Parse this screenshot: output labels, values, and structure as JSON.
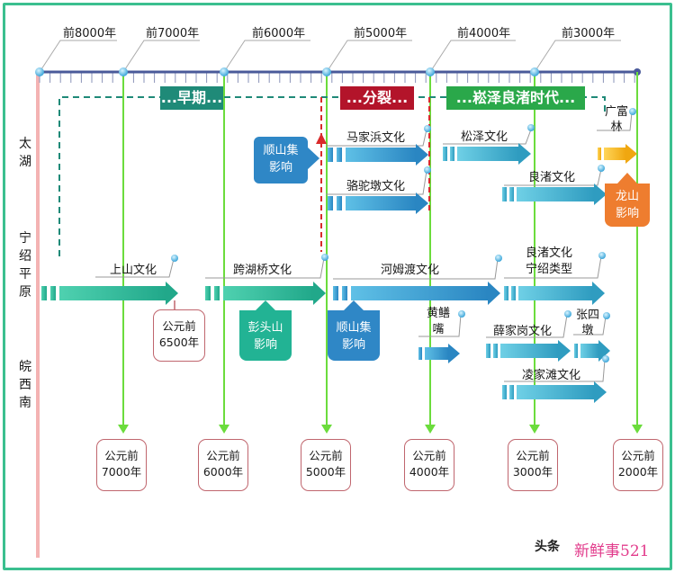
{
  "axis_labels": [
    "前8000年",
    "前7000年",
    "前6000年",
    "前5000年",
    "前4000年",
    "前3000年"
  ],
  "region_labels": {
    "taihu": [
      "太",
      "湖"
    ],
    "ningshao": [
      "宁",
      "绍",
      "平",
      "原"
    ],
    "wanxinan": [
      "皖",
      "西",
      "南"
    ]
  },
  "period_tags": {
    "early": "...早期...",
    "split": "...分裂...",
    "songze": "...崧泽良渚时代..."
  },
  "cultures": {
    "majiabang": "马家浜文化",
    "luotuodun": "骆驼墩文化",
    "songze": "松泽文化",
    "liangzhu": "良渚文化",
    "guangfulin": [
      "广富",
      "林"
    ],
    "shangshan": "上山文化",
    "kuahuqiao": "跨湖桥文化",
    "hemudu": "河姆渡文化",
    "liangzhu_ningshao": [
      "良渚文化",
      "宁绍类型"
    ],
    "huangshanzui": [
      "黄鳝",
      "嘴"
    ],
    "xuejiagang": "薛家岗文化",
    "zhangsidun": [
      "张四",
      "墩"
    ],
    "lingjiatan": "凌家滩文化"
  },
  "influences": {
    "shunshanji_top": [
      "顺山集",
      "影响"
    ],
    "pengtoushan": [
      "彭头山",
      "影响"
    ],
    "shunshanji_mid": [
      "顺山集",
      "影响"
    ],
    "longshan": [
      "龙山",
      "影响"
    ]
  },
  "callouts_mid": {
    "bp6500": [
      "公元前",
      "6500年"
    ]
  },
  "callouts_bottom": [
    [
      "公元前",
      "7000年"
    ],
    [
      "公元前",
      "6000年"
    ],
    [
      "公元前",
      "5000年"
    ],
    [
      "公元前",
      "4000年"
    ],
    [
      "公元前",
      "3000年"
    ],
    [
      "公元前",
      "2000年"
    ]
  ],
  "watermark": {
    "left": "头条",
    "right": "新鲜事521"
  },
  "colors": {
    "frame": "#3bbf8f",
    "axis": "#4a5a9a",
    "guide": "#6bdc3c",
    "early_tag": "#1f8a78",
    "split_tag": "#b3142a",
    "songze_tag": "#2aa84a",
    "arrow_blue": "#2a93c9",
    "arrow_teal": "#2bb89a",
    "arrow_cyan": "#35a7c4",
    "influence_blue": "#2f87c6",
    "influence_teal": "#22b394",
    "longshan": "#ee7d2f",
    "guangfulin_arrow": "#f3b71a"
  }
}
